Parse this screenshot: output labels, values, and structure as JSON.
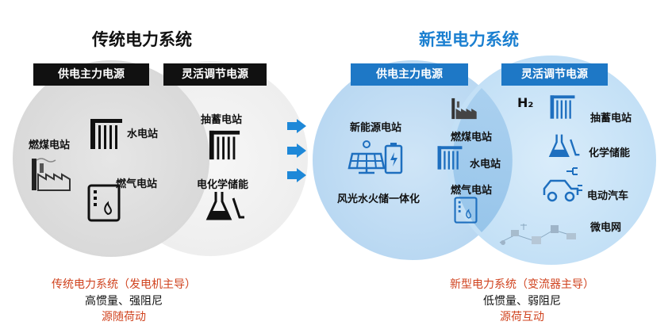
{
  "traditional": {
    "title": "传统电力系统",
    "main_supply_tag": "供电主力电源",
    "flexible_tag": "灵活调节电源",
    "coal_plant": "燃煤电站",
    "hydro_plant": "水电站",
    "gas_plant": "燃气电站",
    "pumped_storage": "抽蓄电站",
    "electrochemical_storage": "电化学储能",
    "caption_line1": "传统电力系统（发电机主导）",
    "caption_line2": "高惯量、强阻尼",
    "caption_line3": "源随荷动"
  },
  "new_system": {
    "title": "新型电力系统",
    "main_supply_tag": "供电主力电源",
    "flexible_tag": "灵活调节电源",
    "new_energy_plant": "新能源电站",
    "integrated": "风光水火储一体化",
    "coal_plant": "燃煤电站",
    "hydro_plant": "水电站",
    "gas_plant": "燃气电站",
    "hydrogen": "H₂",
    "pumped_storage": "抽蓄电站",
    "chemical_storage": "化学储能",
    "electric_vehicle": "电动汽车",
    "microgrid": "微电网",
    "caption_line1": "新型电力系统（变流器主导）",
    "caption_line2": "低惯量、弱阻尼",
    "caption_line3": "源荷互动"
  },
  "colors": {
    "caption_red": "#d0431f",
    "accent_blue": "#1e78c6",
    "title_blue": "#1a7fd0",
    "arrow_blue": "#1e88d8"
  },
  "icons": [
    "factory-icon",
    "dam-icon",
    "building-flame-icon",
    "flask-icon",
    "solar-panel-icon",
    "battery-icon",
    "car-icon",
    "plug-icon",
    "microgrid-icon",
    "arrow-right-icon"
  ]
}
